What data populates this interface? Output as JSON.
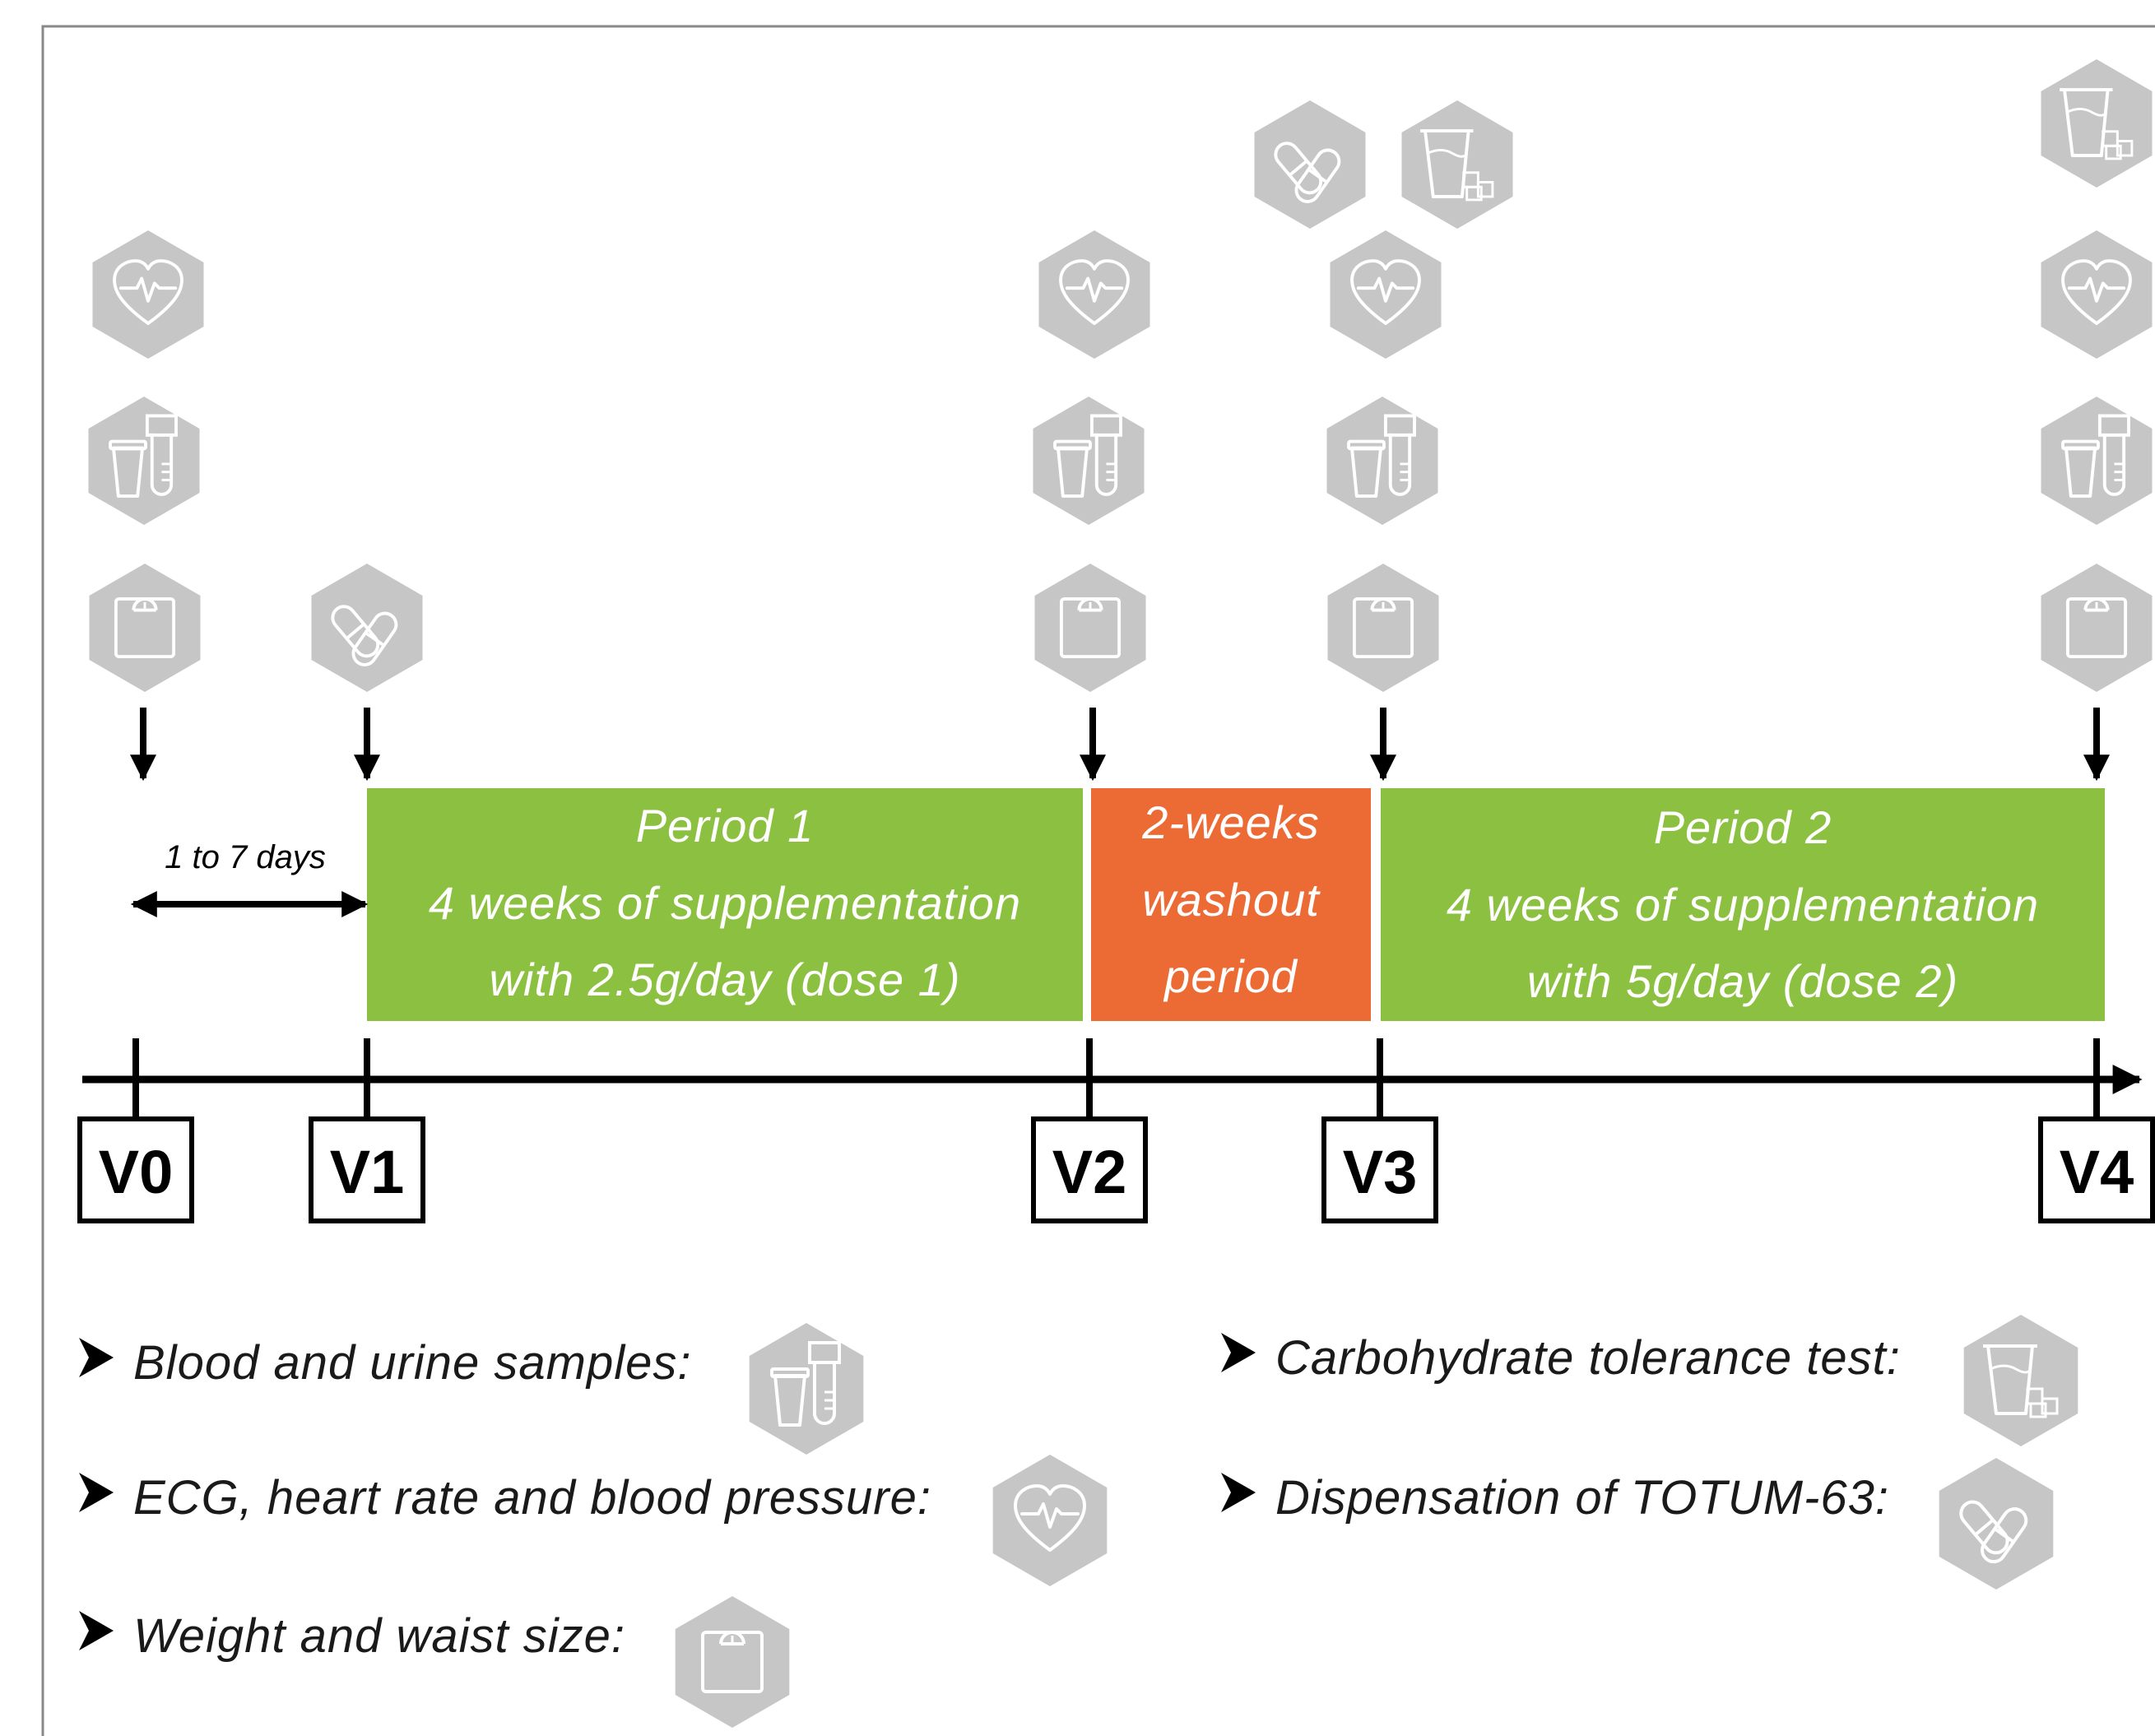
{
  "gap_label": "1 to 7 days",
  "periods": [
    {
      "lines": [
        "Period 1",
        "4 weeks of supplementation",
        "with 2.5g/day (dose 1)"
      ],
      "color": "#8cc040"
    },
    {
      "lines": [
        "2-weeks",
        "washout",
        "period"
      ],
      "color": "#ec6b35"
    },
    {
      "lines": [
        "Period 2",
        "4 weeks of supplementation",
        "with 5g/day (dose 2)"
      ],
      "color": "#8cc040"
    }
  ],
  "visits": [
    {
      "label": "V0",
      "icons": [
        "ecg-heart-icon",
        "blood-urine-samples-icon",
        "weighing-scale-icon"
      ]
    },
    {
      "label": "V1",
      "icons": [
        "capsules-icon"
      ]
    },
    {
      "label": "V2",
      "icons": [
        "ecg-heart-icon",
        "blood-urine-samples-icon",
        "weighing-scale-icon"
      ]
    },
    {
      "label": "V3",
      "icons": [
        "capsules-icon",
        "carbohydrate-test-icon",
        "ecg-heart-icon",
        "blood-urine-samples-icon",
        "weighing-scale-icon"
      ]
    },
    {
      "label": "V4",
      "icons": [
        "carbohydrate-test-icon",
        "ecg-heart-icon",
        "blood-urine-samples-icon",
        "weighing-scale-icon"
      ]
    }
  ],
  "legend": [
    {
      "text": "Blood and urine samples:",
      "icon": "blood-urine-samples-icon"
    },
    {
      "text": "ECG, heart rate and blood pressure:",
      "icon": "ecg-heart-icon"
    },
    {
      "text": "Weight and waist size:",
      "icon": "weighing-scale-icon"
    },
    {
      "text": "Carbohydrate tolerance test:",
      "icon": "carbohydrate-test-icon"
    },
    {
      "text": "Dispensation of TOTUM-63:",
      "icon": "capsules-icon"
    }
  ],
  "colors": {
    "icon_fill": "#c6c6c6",
    "icon_stroke": "#ffffff",
    "timeline": "#000000"
  }
}
